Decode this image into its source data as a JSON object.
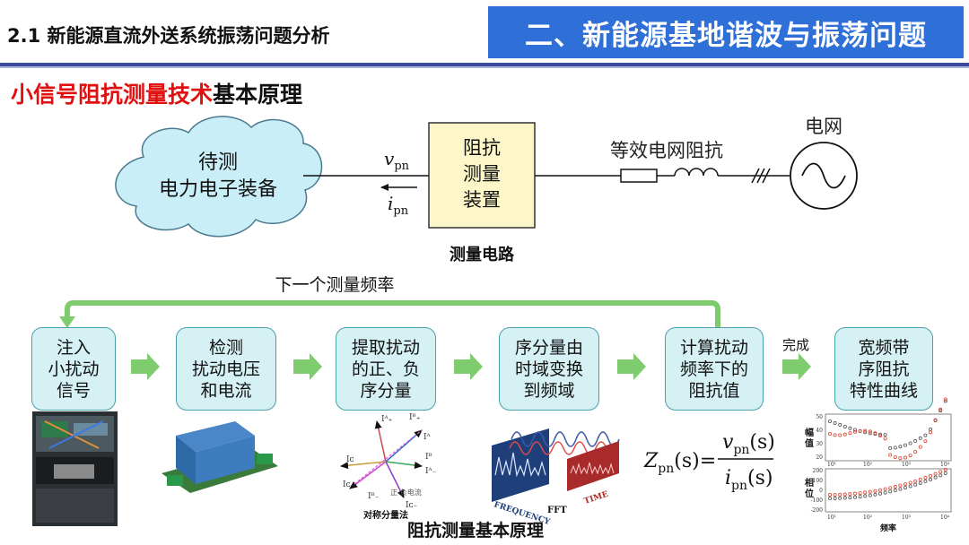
{
  "header": {
    "section_title": "2.1 新能源直流外送系统振荡问题分析",
    "banner_title": "二、新能源基地谐波与振荡问题"
  },
  "headline": {
    "red_part": "小信号阻抗测量技术",
    "black_part": "基本原理"
  },
  "circuit": {
    "device_label": "待测\n电力电子装备",
    "v_sym": "v",
    "v_sub": "pn",
    "i_sym": "i",
    "i_sub": "pn",
    "meas_device": "阻抗\n测量\n装置",
    "grid_impedance_label": "等效电网阻抗",
    "grid_label": "电网",
    "caption": "测量电路"
  },
  "loop_label": "下一个测量频率",
  "steps": [
    {
      "label": "注入\n小扰动\n信号"
    },
    {
      "label": "检测\n扰动电压\n和电流"
    },
    {
      "label": "提取扰动\n的正、负\n序分量"
    },
    {
      "label": "序分量由\n时域变换\n到频域"
    },
    {
      "label": "计算扰动\n频率下的\n阻抗值"
    },
    {
      "label": "宽频带\n序阻抗\n特性曲线"
    }
  ],
  "done_label": "完成",
  "formula": {
    "lhs": "Z",
    "lhs_sub": "pn",
    "arg": "(s)",
    "num": "v",
    "num_sub": "pn",
    "num_arg": "(s)",
    "den": "i",
    "den_sub": "pn",
    "den_arg": "(s)"
  },
  "images": {
    "phasor_caption": "对称分量法",
    "phasor_sub": "正-负电流",
    "fft_label": "FFT",
    "frequency_label": "FREQUENCY",
    "time_label": "TIME",
    "phasor_labels": [
      "Iᴬ₊",
      "Iᴮ₊",
      "Iᴬ",
      "Iᴮ",
      "Iᴄ",
      "Iᴬ₋",
      "Iᴄ₊",
      "Iᴮ₋",
      "Iᴄ₋"
    ]
  },
  "plots": {
    "mag_label": "幅\n值",
    "phase_label": "相\n位",
    "x_label": "频率",
    "mag_yticks": [
      "50",
      "40",
      "30",
      "20"
    ],
    "phase_yticks": [
      "200",
      "100",
      "0",
      "-100",
      "-200"
    ],
    "xticks": [
      "10¹",
      "10²",
      "10³",
      "10⁴"
    ]
  },
  "bottom_caption": "阻抗测量基本原理"
}
